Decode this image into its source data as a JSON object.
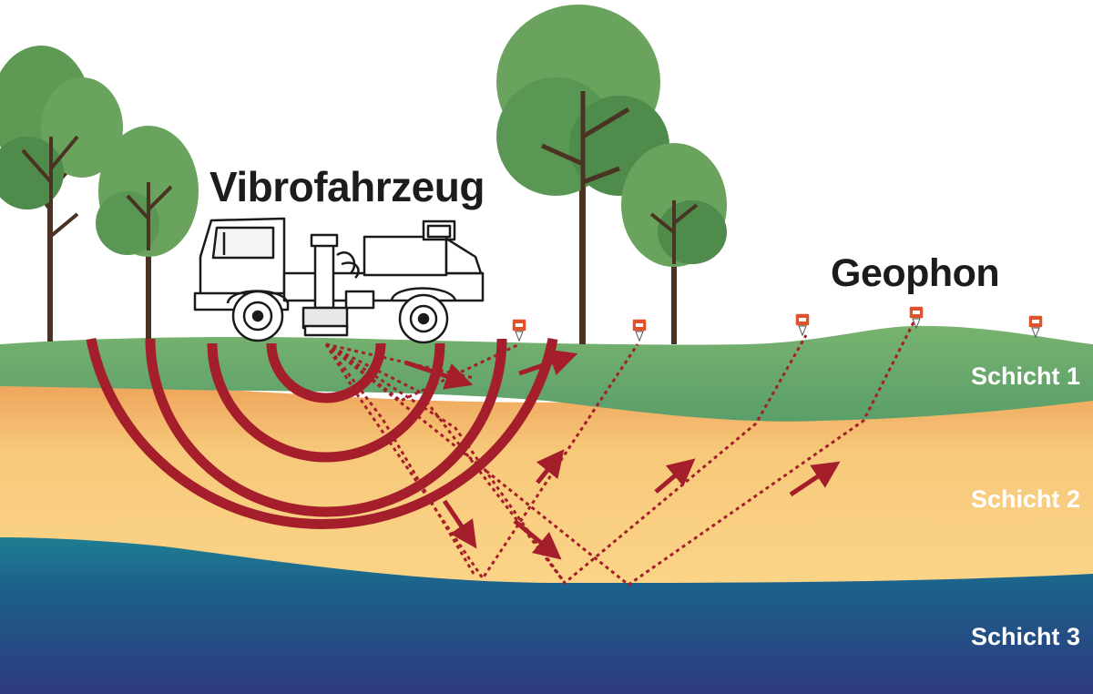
{
  "labels": {
    "vehicle": "Vibrofahrzeug",
    "receiver": "Geophon",
    "layer1": "Schicht 1",
    "layer2": "Schicht 2",
    "layer3": "Schicht 3"
  },
  "colors": {
    "sky": "#ffffff",
    "layer1_green": "#6aa870",
    "layer2_sand": "#f7c97a",
    "layer3_top": "#1f8e97",
    "layer3_bottom": "#2e3a7e",
    "wave_red": "#a41e2c",
    "tree_leaf": "#5f9a55",
    "tree_trunk": "#4a3322",
    "geophone_orange": "#e0522a"
  },
  "icons": [
    "tree-icon",
    "vibrator-truck-icon",
    "geophone-icon",
    "arrow-icon"
  ]
}
